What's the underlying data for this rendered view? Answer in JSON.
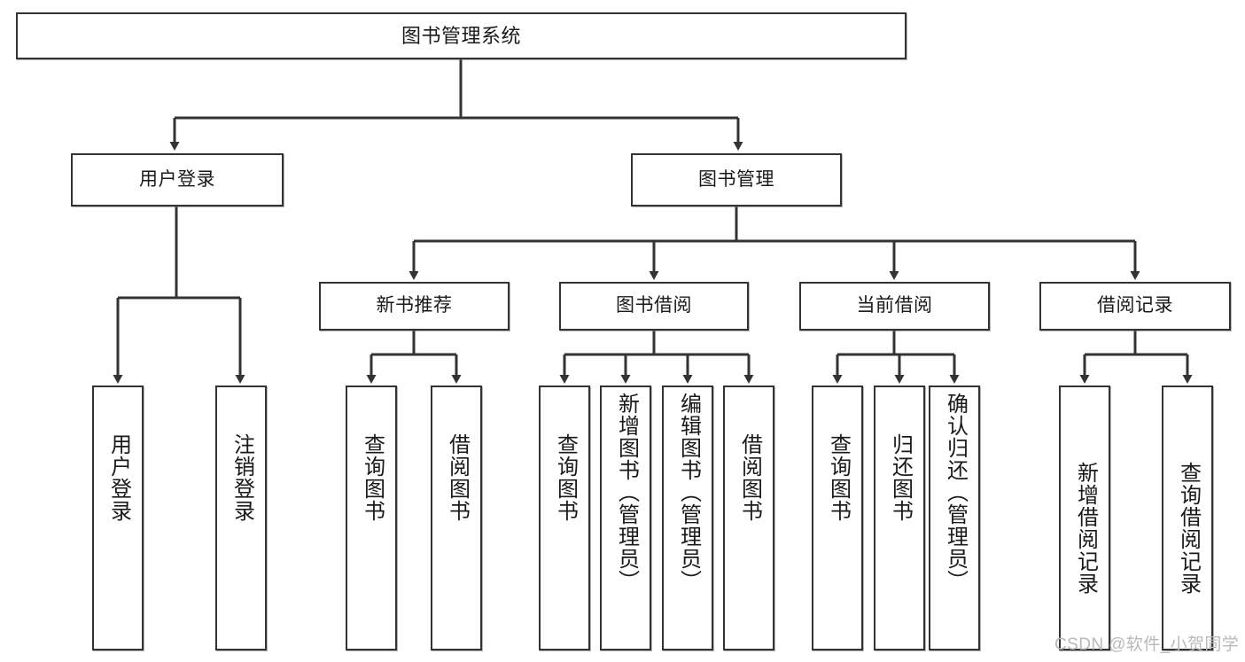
{
  "diagram": {
    "title": "图书管理系统",
    "type": "tree-hierarchy",
    "watermark": "CSDN @软件_小贺同学",
    "colors": {
      "box_border": "#333333",
      "box_fill": "#ffffff",
      "connector": "#333333",
      "text": "#1a1a1a",
      "watermark": "#b9b9b9"
    }
  },
  "nodes": {
    "root": {
      "label": "图书管理系统",
      "level": 1
    },
    "level2": [
      {
        "id": "user-login",
        "label": "用户登录"
      },
      {
        "id": "book-manage",
        "label": "图书管理"
      }
    ],
    "level3": [
      {
        "id": "new-book-recommend",
        "label": "新书推荐"
      },
      {
        "id": "book-borrow",
        "label": "图书借阅"
      },
      {
        "id": "current-borrow",
        "label": "当前借阅"
      },
      {
        "id": "borrow-record",
        "label": "借阅记录"
      }
    ],
    "leaves": {
      "user-login": [
        {
          "id": "leaf-user-login",
          "label": "用户登录"
        },
        {
          "id": "leaf-logout",
          "label": "注销登录"
        }
      ],
      "new-book-recommend": [
        {
          "id": "leaf-query-book-1",
          "label": "查询图书"
        },
        {
          "id": "leaf-borrow-book-1",
          "label": "借阅图书"
        }
      ],
      "book-borrow": [
        {
          "id": "leaf-query-book-2",
          "label": "查询图书"
        },
        {
          "id": "leaf-add-book",
          "label": "新增图书（管理员）"
        },
        {
          "id": "leaf-edit-book",
          "label": "编辑图书（管理员）"
        },
        {
          "id": "leaf-borrow-book-2",
          "label": "借阅图书"
        }
      ],
      "current-borrow": [
        {
          "id": "leaf-query-book-3",
          "label": "查询图书"
        },
        {
          "id": "leaf-return-book",
          "label": "归还图书"
        },
        {
          "id": "leaf-confirm-return",
          "label": "确认归还（管理员）"
        }
      ],
      "borrow-record": [
        {
          "id": "leaf-add-record",
          "label": "新增借阅记录"
        },
        {
          "id": "leaf-query-record",
          "label": "查询借阅记录"
        }
      ]
    }
  },
  "edges": [
    {
      "from": "图书管理系统",
      "to": "用户登录"
    },
    {
      "from": "图书管理系统",
      "to": "图书管理"
    },
    {
      "from": "用户登录",
      "to": "用户登录"
    },
    {
      "from": "用户登录",
      "to": "注销登录"
    },
    {
      "from": "图书管理",
      "to": "新书推荐"
    },
    {
      "from": "图书管理",
      "to": "图书借阅"
    },
    {
      "from": "图书管理",
      "to": "当前借阅"
    },
    {
      "from": "图书管理",
      "to": "借阅记录"
    },
    {
      "from": "新书推荐",
      "to": "查询图书"
    },
    {
      "from": "新书推荐",
      "to": "借阅图书"
    },
    {
      "from": "图书借阅",
      "to": "查询图书"
    },
    {
      "from": "图书借阅",
      "to": "新增图书（管理员）"
    },
    {
      "from": "图书借阅",
      "to": "编辑图书（管理员）"
    },
    {
      "from": "图书借阅",
      "to": "借阅图书"
    },
    {
      "from": "当前借阅",
      "to": "查询图书"
    },
    {
      "from": "当前借阅",
      "to": "归还图书"
    },
    {
      "from": "当前借阅",
      "to": "确认归还（管理员）"
    },
    {
      "from": "借阅记录",
      "to": "新增借阅记录"
    },
    {
      "from": "借阅记录",
      "to": "查询借阅记录"
    }
  ]
}
